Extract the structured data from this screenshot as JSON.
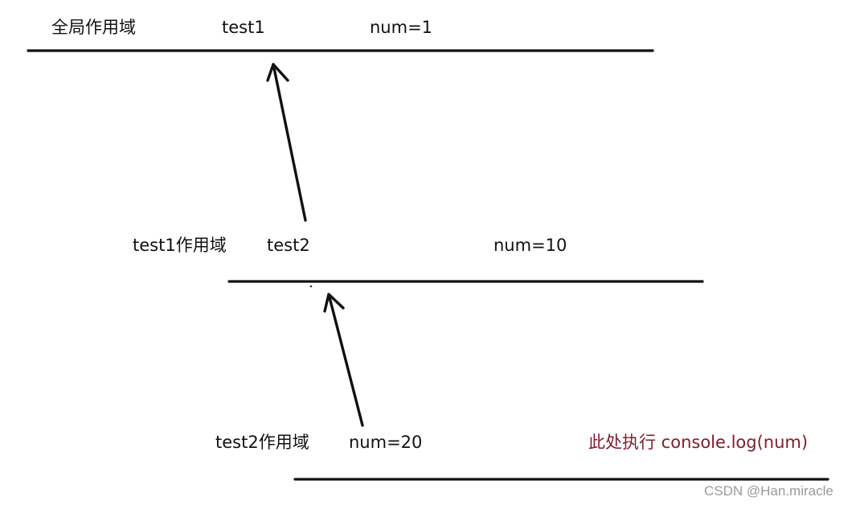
{
  "global_scope": {
    "title": "全局作用域",
    "function_name": "test1",
    "variable": "num=1"
  },
  "test1_scope": {
    "title": "test1作用域",
    "function_name": "test2",
    "variable": "num=10"
  },
  "test2_scope": {
    "title": "test2作用域",
    "variable": "num=20",
    "note": "此处执行 console.log(num)",
    "note_color": "#7b1f2e"
  },
  "watermark": "CSDN @Han.miracle"
}
